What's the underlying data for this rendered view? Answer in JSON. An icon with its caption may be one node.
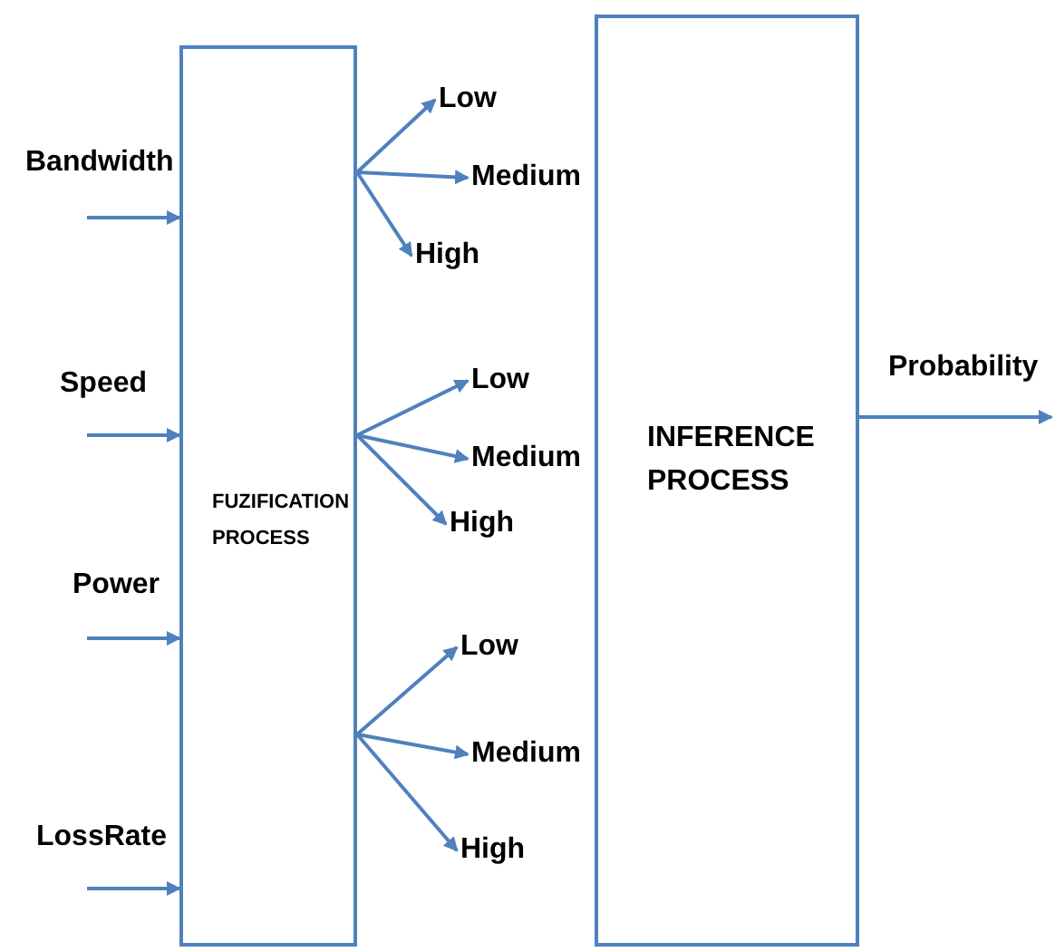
{
  "diagram": {
    "nodes": [
      {
        "text": [
          "FUZIFICATION PROCESS"
        ]
      },
      {
        "text": [
          "INFERENCE PROCESS"
        ]
      },
      {
        "text": [
          "Low"
        ]
      },
      {
        "text": [
          "Medium"
        ]
      },
      {
        "text": [
          "High"
        ]
      },
      {
        "text": [
          "Low"
        ]
      },
      {
        "text": [
          "Medium"
        ]
      },
      {
        "text": [
          "High"
        ]
      },
      {
        "text": [
          "Low"
        ]
      },
      {
        "text": [
          "Medium"
        ]
      },
      {
        "text": [
          "High"
        ]
      }
    ],
    "edges": [
      {
        "from": null,
        "to": 0,
        "arrow": "to"
      },
      {
        "from": null,
        "to": 0,
        "arrow": "to"
      },
      {
        "from": null,
        "to": 0,
        "arrow": "to"
      },
      {
        "from": null,
        "to": 0,
        "arrow": "to"
      },
      {
        "from": 0,
        "to": 2,
        "arrow": "to"
      },
      {
        "from": 0,
        "to": 3,
        "arrow": "to"
      },
      {
        "from": 0,
        "to": 4,
        "arrow": "to"
      },
      {
        "from": 0,
        "to": 5,
        "arrow": "to"
      },
      {
        "from": 0,
        "to": 6,
        "arrow": "to"
      },
      {
        "from": 0,
        "to": 7,
        "arrow": "to"
      },
      {
        "from": 0,
        "to": 8,
        "arrow": "to"
      },
      {
        "from": 0,
        "to": 9,
        "arrow": "to"
      },
      {
        "from": 0,
        "to": 10,
        "arrow": "to"
      },
      {
        "from": 1,
        "to": null,
        "arrow": "to"
      }
    ],
    "labels": [
      "Bandwidth",
      "Speed",
      "Power",
      "LossRate",
      "Probability"
    ]
  }
}
